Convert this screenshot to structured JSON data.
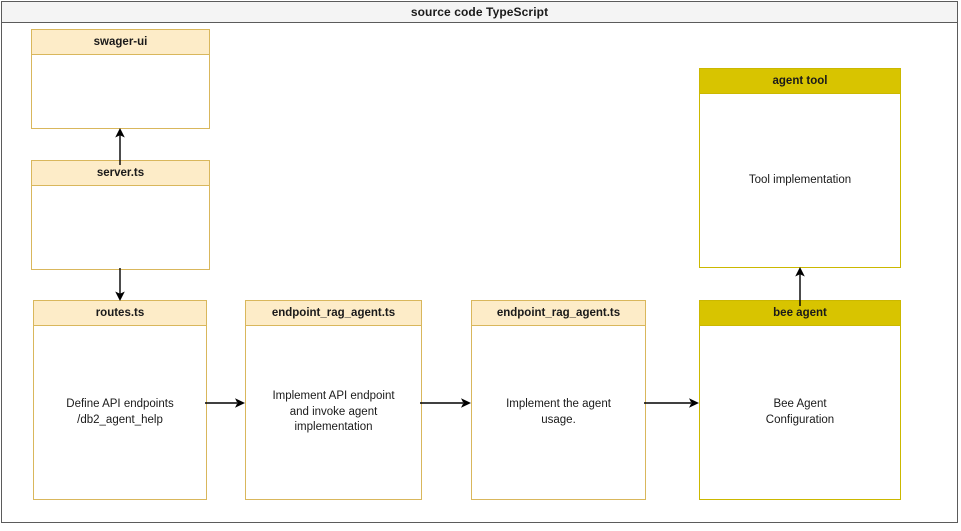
{
  "header": {
    "title": "source code TypeScript"
  },
  "nodes": [
    {
      "id": "swagger-ui",
      "header": "swager-ui",
      "body": "",
      "style": "cream"
    },
    {
      "id": "server-ts",
      "header": "server.ts",
      "body": "",
      "style": "cream"
    },
    {
      "id": "routes-ts",
      "header": "routes.ts",
      "body": "Define API endpoints\n/db2_agent_help",
      "style": "cream"
    },
    {
      "id": "endpoint-rag-agent-impl",
      "header": "endpoint_rag_agent.ts",
      "body": "Implement API endpoint\nand invoke agent\nimplementation",
      "style": "cream"
    },
    {
      "id": "endpoint-rag-agent-usage",
      "header": "endpoint_rag_agent.ts",
      "body": "Implement the agent\nusage.",
      "style": "cream"
    },
    {
      "id": "bee-agent",
      "header": "bee agent",
      "body": "Bee Agent\nConfiguration",
      "style": "gold"
    },
    {
      "id": "agent-tool",
      "header": "agent tool",
      "body": "Tool implementation",
      "style": "gold"
    }
  ],
  "connectors": [
    {
      "id": "server-to-swagger",
      "from": "server-ts",
      "to": "swagger-ui",
      "direction": "up"
    },
    {
      "id": "server-to-routes",
      "from": "server-ts",
      "to": "routes-ts",
      "direction": "down"
    },
    {
      "id": "routes-to-endpoint-impl",
      "from": "routes-ts",
      "to": "endpoint-rag-agent-impl",
      "direction": "right"
    },
    {
      "id": "endpoint-impl-to-usage",
      "from": "endpoint-rag-agent-impl",
      "to": "endpoint-rag-agent-usage",
      "direction": "right"
    },
    {
      "id": "usage-to-bee-agent",
      "from": "endpoint-rag-agent-usage",
      "to": "bee-agent",
      "direction": "right"
    },
    {
      "id": "bee-agent-to-agent-tool",
      "from": "bee-agent",
      "to": "agent-tool",
      "direction": "up"
    }
  ],
  "colors": {
    "cream_header": "#fdecc8",
    "cream_border": "#d9b75c",
    "gold_header": "#d8c400",
    "gold_border": "#cbb800",
    "title_bar": "#f4f4f4",
    "frame_border": "#5b5b5b",
    "connector": "#000000"
  }
}
